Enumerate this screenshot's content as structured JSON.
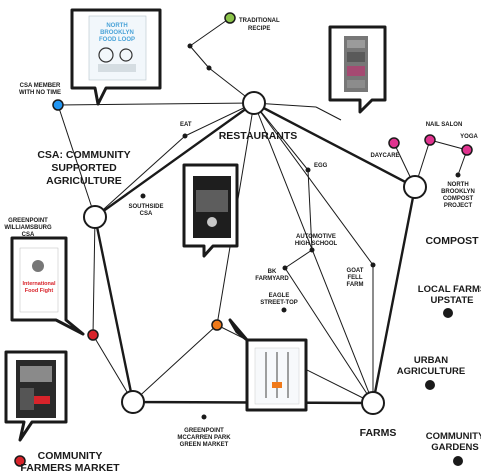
{
  "nodes": {
    "restaurants": "RESTAURANTS",
    "csa_title": [
      "CSA: COMMUNITY",
      "SUPPORTED",
      "AGRICULTURE"
    ],
    "compost": "COMPOST",
    "farms": "FARMS",
    "farmers_market": [
      "COMMUNITY",
      "FARMERS MARKET"
    ],
    "local_farms": [
      "LOCAL FARMS",
      "UPSTATE"
    ],
    "urban_agriculture": [
      "URBAN",
      "AGRICULTURE"
    ],
    "community_gardens": [
      "COMMUNITY",
      "GARDENS"
    ]
  },
  "small_labels": {
    "traditional_recipe": [
      "TRADITIONAL",
      "RECIPE"
    ],
    "csa_member": [
      "CSA MEMBER",
      "WITH NO TIME"
    ],
    "eat": "EAT",
    "egg": "EGG",
    "southside_csa": [
      "SOUTHSIDE",
      "CSA"
    ],
    "greenpoint_williamsburg_csa": [
      "GREENPOINT",
      "WILLIAMSBURG",
      "CSA"
    ],
    "nail_salon": "NAIL SALON",
    "daycare": "DAYCARE",
    "yoga": "YOGA",
    "nb_compost": [
      "NORTH",
      "BROOKLYN",
      "COMPOST",
      "PROJECT"
    ],
    "automotive_hs": [
      "AUTOMOTIVE",
      "HIGH SCHOOL"
    ],
    "bk_farmyard": [
      "BK",
      "FARMYARD"
    ],
    "goat_fell_farm": [
      "GOAT",
      "FELL",
      "FARM"
    ],
    "eagle_street": [
      "EAGLE",
      "STREET-TOP"
    ],
    "greenpoint_mccarren": [
      "GREENPOINT",
      "MCCARREN PARK",
      "GREEN MARKET"
    ]
  },
  "covers": {
    "food_loop": [
      "NORTH",
      "BROOKLYN",
      "FOOD LOOP"
    ],
    "intl_food_fight": [
      "International",
      "Food Fight"
    ]
  },
  "colors": {
    "ink": "#1a1a1a",
    "green": "#8bc34a",
    "blue": "#2196f3",
    "magenta": "#e0338f",
    "orange": "#f07a1a",
    "red": "#d8232a",
    "brooklyn_blue": "#4aa3d8"
  }
}
